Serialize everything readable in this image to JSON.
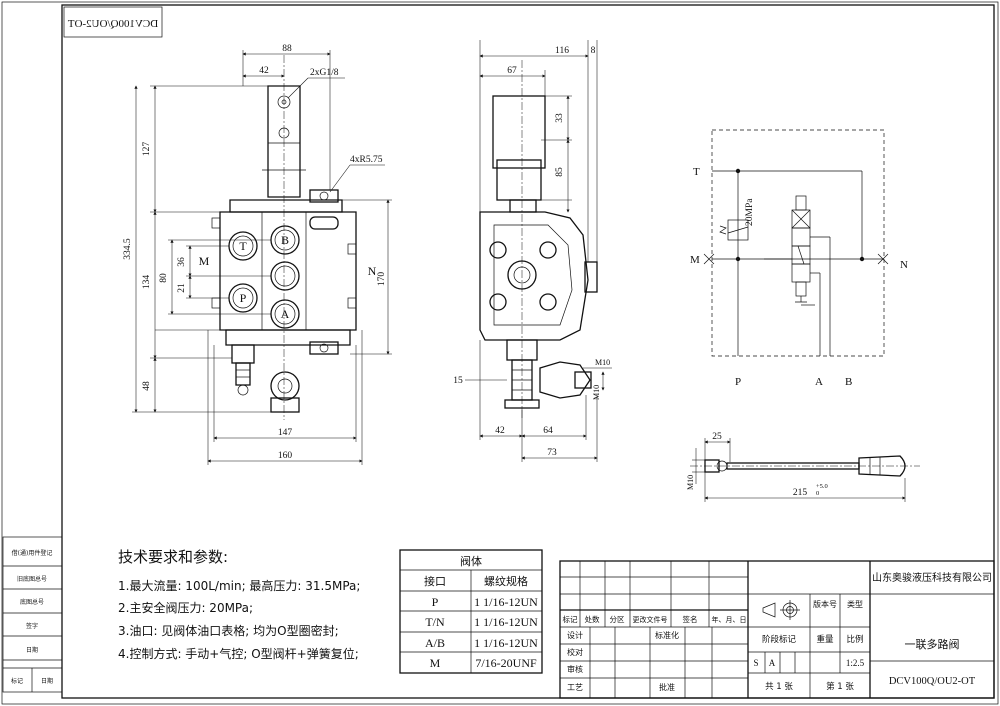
{
  "drawing_code_mirrored": "DCV100Q/OU2-OT",
  "top_view": {
    "dims": {
      "w88": "88",
      "w42": "42",
      "port_thread": "2xG1/8",
      "mount_holes": "4xR5.75",
      "h127": "127",
      "h334": "334.5",
      "h134": "134",
      "h80": "80",
      "h36": "36",
      "h21": "21",
      "h170": "170",
      "h48": "48",
      "w147": "147",
      "w160": "160"
    },
    "port_labels": {
      "t": "T",
      "p": "P",
      "b": "B",
      "a": "A",
      "m": "M",
      "n": "N"
    }
  },
  "side_view": {
    "dims": {
      "w116": "116",
      "w8": "8",
      "w67": "67",
      "h33": "33",
      "h85": "85",
      "m10_a": "M10",
      "m10_b": "M10",
      "h15": "15",
      "w42": "42",
      "w64": "64",
      "w73": "73"
    }
  },
  "schematic": {
    "labels": {
      "t": "T",
      "m": "M",
      "n": "N",
      "p": "P",
      "a": "A",
      "b": "B",
      "relief": "20MPa"
    }
  },
  "lever": {
    "dims": {
      "w25": "25",
      "m10": "M10",
      "len": "215",
      "tol": "+5.0",
      "tol2": "0"
    }
  },
  "tech": {
    "title": "技术要求和参数:",
    "items": [
      "1.最大流量: 100L/min; 最高压力: 31.5MPa;",
      "2.主安全阀压力: 20MPa;",
      "3.油口: 见阀体油口表格; 均为O型圈密封;",
      "4.控制方式: 手动+气控; O型阀杆+弹簧复位;"
    ]
  },
  "port_table": {
    "title": "阀体",
    "headers": [
      "接口",
      "螺纹规格"
    ],
    "rows": [
      [
        "P",
        "1 1/16-12UN"
      ],
      [
        "T/N",
        "1 1/16-12UN"
      ],
      [
        "A/B",
        "1 1/16-12UN"
      ],
      [
        "M",
        "7/16-20UNF"
      ]
    ]
  },
  "left_strip": [
    "借(通)用件登记",
    "旧底图总号",
    "底图总号",
    "签字",
    "日期",
    "标记",
    "日期"
  ],
  "title_block": {
    "company": "山东奥骏液压科技有限公司",
    "hdr": [
      "标记",
      "处数",
      "分区",
      "更改文件号",
      "签名",
      "年、月、日"
    ],
    "rows": [
      "设计",
      "校对",
      "审核",
      "工艺"
    ],
    "standardize": "标准化",
    "approve": "批准",
    "version_no": "版本号",
    "type": "类型",
    "stage_mark": "阶段标记",
    "weight": "重量",
    "scale": "比例",
    "s": "S",
    "a": "A",
    "scale_val": "1:2.5",
    "product": "一联多路阀",
    "code": "DCV100Q/OU2-OT",
    "sheets_total": "共 1 张",
    "sheet_no": "第 1 张"
  }
}
